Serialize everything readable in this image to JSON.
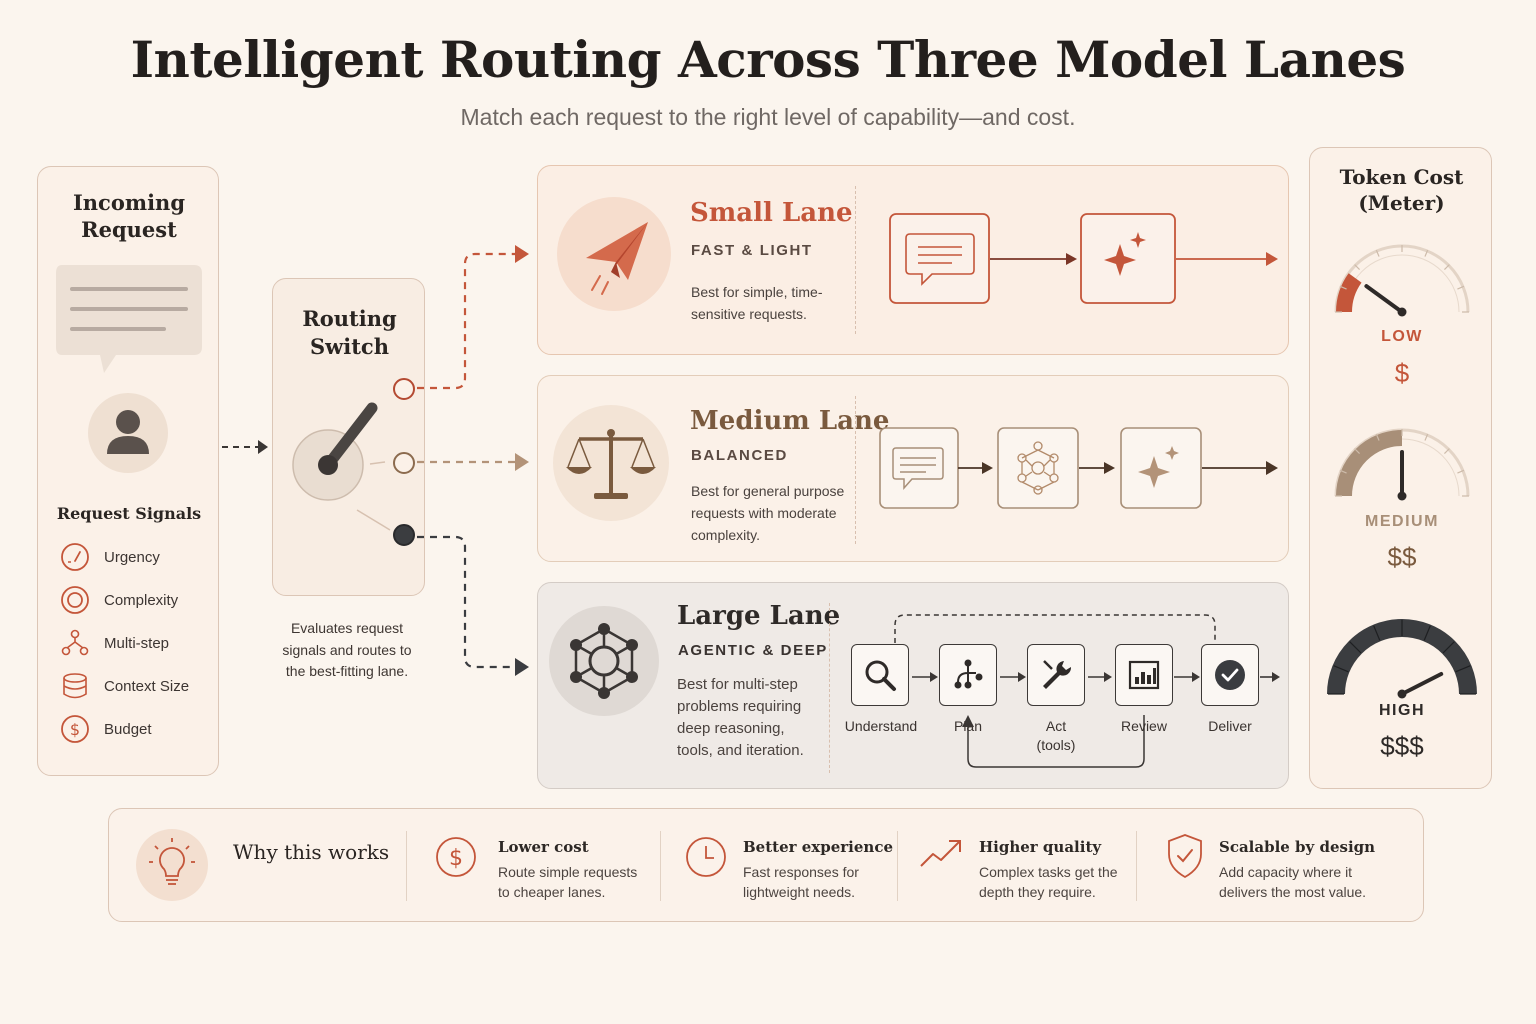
{
  "header": {
    "title": "Intelligent Routing Across Three Model Lanes",
    "subtitle": "Match each request to the right level of capability—and cost."
  },
  "incoming": {
    "title_line1": "Incoming",
    "title_line2": "Request",
    "signals_title": "Request Signals",
    "signals": [
      {
        "label": "Urgency",
        "icon": "gauge-icon"
      },
      {
        "label": "Complexity",
        "icon": "target-icon"
      },
      {
        "label": "Multi-step",
        "icon": "branch-icon"
      },
      {
        "label": "Context Size",
        "icon": "database-icon"
      },
      {
        "label": "Budget",
        "icon": "dollar-icon"
      }
    ]
  },
  "router": {
    "title_line1": "Routing",
    "title_line2": "Switch",
    "caption_line1": "Evaluates request",
    "caption_line2": "signals and routes to",
    "caption_line3": "the best-fitting lane."
  },
  "lanes": {
    "small": {
      "title": "Small Lane",
      "subtitle": "FAST & LIGHT",
      "desc_line1": "Best for simple, time-",
      "desc_line2": "sensitive requests.",
      "color": "#c4563a"
    },
    "medium": {
      "title": "Medium Lane",
      "subtitle": "BALANCED",
      "desc_line1": "Best for general purpose",
      "desc_line2": "requests with moderate",
      "desc_line3": "complexity.",
      "color": "#7a5a3e"
    },
    "large": {
      "title": "Large Lane",
      "subtitle": "AGENTIC & DEEP",
      "desc_line1": "Best for multi-step",
      "desc_line2": "problems requiring",
      "desc_line3": "deep reasoning,",
      "desc_line4": "tools, and iteration.",
      "color": "#3a3634",
      "steps": [
        {
          "label": "Understand",
          "icon": "magnifier-icon"
        },
        {
          "label": "Plan",
          "icon": "plan-tree-icon"
        },
        {
          "label": "Act",
          "label2": "(tools)",
          "icon": "wrench-icon"
        },
        {
          "label": "Review",
          "icon": "bar-chart-icon"
        },
        {
          "label": "Deliver",
          "icon": "check-circle-icon"
        }
      ]
    }
  },
  "meter": {
    "title_line1": "Token Cost",
    "title_line2": "(Meter)",
    "levels": [
      {
        "label": "LOW",
        "cost": "$",
        "fill": 0.2,
        "color": "#c4563a"
      },
      {
        "label": "MEDIUM",
        "cost": "$$",
        "fill": 0.5,
        "color": "#a88f78"
      },
      {
        "label": "HIGH",
        "cost": "$$$",
        "fill": 0.85,
        "color": "#3b3d40"
      }
    ]
  },
  "footer": {
    "why": "Why this works",
    "benefits": [
      {
        "title": "Lower cost",
        "line1": "Route simple requests",
        "line2": "to cheaper lanes.",
        "icon": "dollar-icon"
      },
      {
        "title": "Better experience",
        "line1": "Fast responses for",
        "line2": "lightweight needs.",
        "icon": "clock-icon"
      },
      {
        "title": "Higher quality",
        "line1": "Complex tasks get the",
        "line2": "depth they require.",
        "icon": "trend-up-icon"
      },
      {
        "title": "Scalable by design",
        "line1": "Add capacity where it",
        "line2": "delivers the most value.",
        "icon": "shield-check-icon"
      }
    ]
  }
}
